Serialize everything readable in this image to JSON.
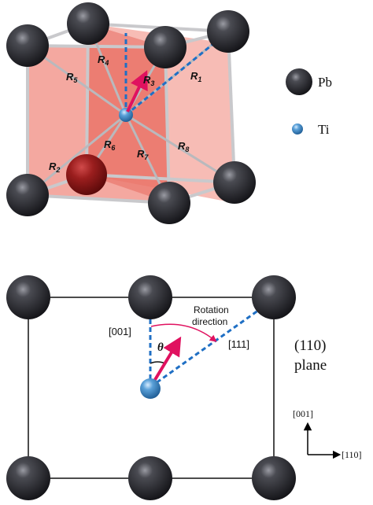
{
  "legend": {
    "pb_label": "Pb",
    "ti_label": "Ti"
  },
  "bond_labels": {
    "r1": "1",
    "r2": "2",
    "r3": "3",
    "r4": "4",
    "r5": "5",
    "r6": "6",
    "r7": "7",
    "r8": "8",
    "r_letter": "R"
  },
  "plane_view": {
    "dir_001": "[001]",
    "dir_111": "[111]",
    "rotation_line1": "Rotation",
    "rotation_line2": "direction",
    "theta": "θ",
    "plane_line1": "(110)",
    "plane_line2": "plane",
    "axis_001": "[001]",
    "axis_110": "[110]"
  },
  "colors": {
    "pb": "#2c2d33",
    "ti": "#5aa0d8",
    "cube_face": "#f08a80",
    "arrow": "#e0115f",
    "dashed": "#1f6fc4",
    "bond": "#c9c9cc",
    "highlighted_pb": "#8b1a1a"
  }
}
